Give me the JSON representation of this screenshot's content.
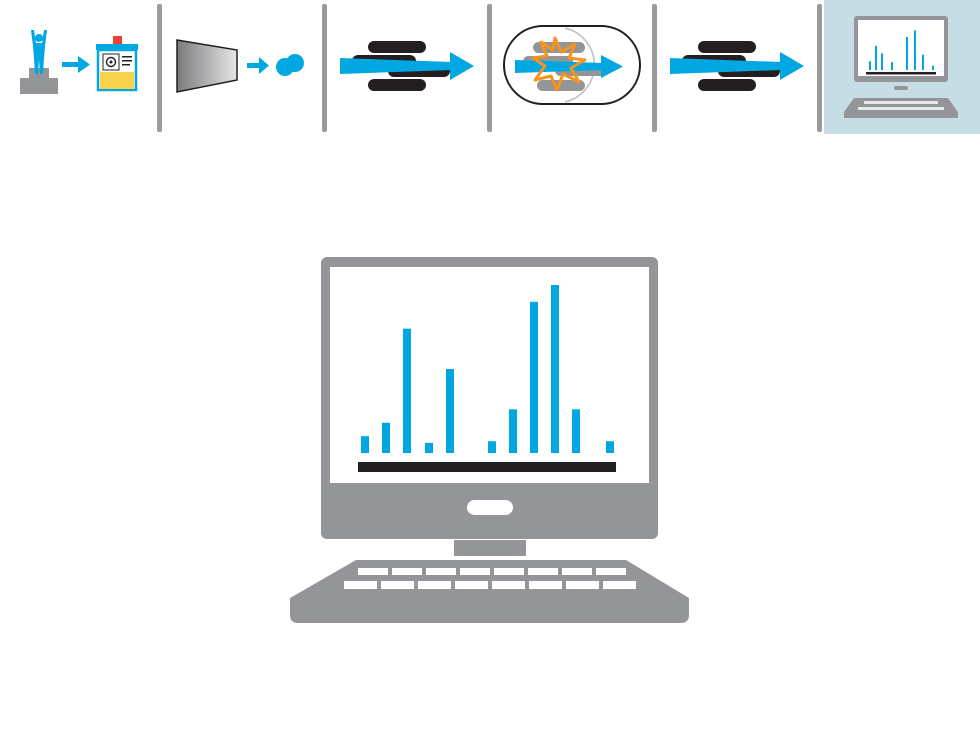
{
  "workflow": {
    "steps": [
      {
        "icon": "athlete-on-podium-icon"
      },
      {
        "icon": "sample-preparation-icon"
      },
      {
        "icon": "chromatography-separation-icon"
      },
      {
        "icon": "collision-cell-fragmentation-icon"
      },
      {
        "icon": "mass-analyzer-icon"
      },
      {
        "icon": "computer-data-analysis-icon",
        "active": true
      }
    ],
    "active_step": 6
  },
  "colors": {
    "accent_blue": "#00a7e1",
    "device_gray": "#939598",
    "dark_rod": "#231f20",
    "active_panel_bg": "#c7dde6",
    "flash_orange": "#f7941d",
    "sample_yellow": "#f6d34a",
    "cap_red": "#ee4036"
  },
  "spectrum": {
    "peaks": [
      0.1,
      0.18,
      0.74,
      0.06,
      0.5,
      0.07,
      0.26,
      0.9,
      1.0,
      0.26,
      0.07
    ],
    "small_peaks": [
      0.2,
      0.55,
      0.38,
      0.18,
      0.75,
      0.9,
      0.35,
      0.1
    ]
  }
}
